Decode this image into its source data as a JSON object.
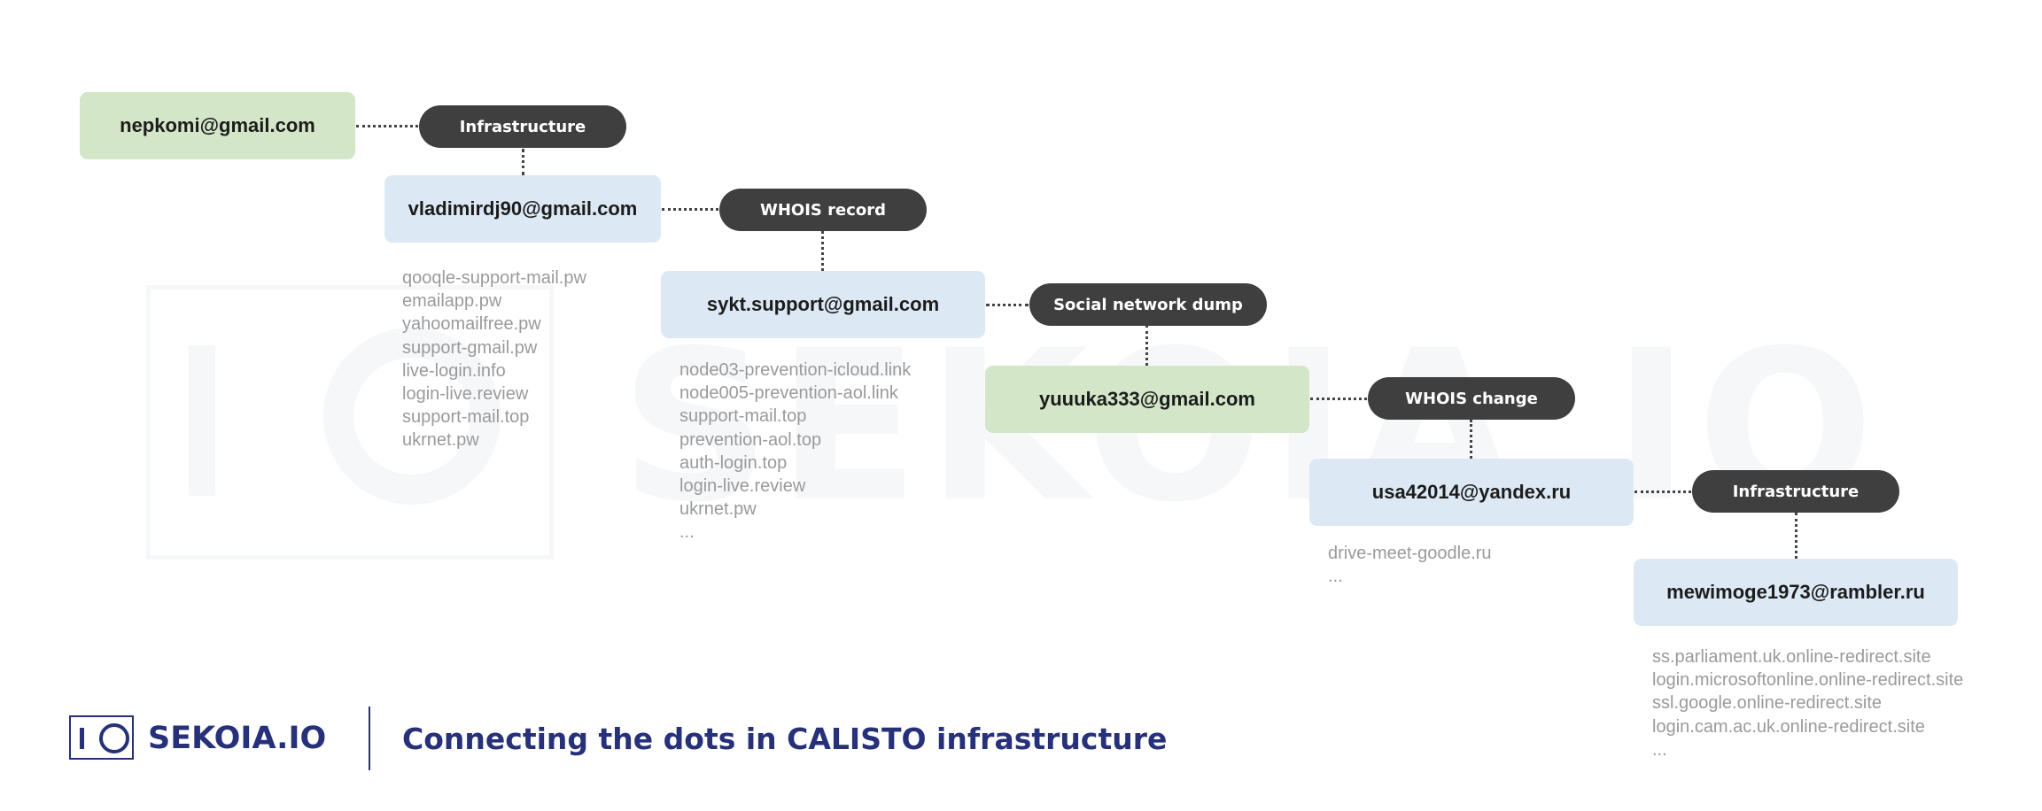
{
  "watermark": {
    "text": "SEKOIA.IO"
  },
  "nodes": {
    "email_1": "nepkomi@gmail.com",
    "email_2": "vladimirdj90@gmail.com",
    "email_3": "sykt.support@gmail.com",
    "email_4": "yuuuka333@gmail.com",
    "email_5": "usa42014@yandex.ru",
    "email_6": "mewimoge1973@rambler.ru"
  },
  "relations": {
    "rel_1": "Infrastructure",
    "rel_2": "WHOIS record",
    "rel_3": "Social network dump",
    "rel_4": "WHOIS change",
    "rel_5": "Infrastructure"
  },
  "domains": {
    "list_1": [
      "qooqle-support-mail.pw",
      "emailapp.pw",
      "yahoomailfree.pw",
      "support-gmail.pw",
      "live-login.info",
      "login-live.review",
      "support-mail.top",
      "ukrnet.pw"
    ],
    "list_2": [
      "node03-prevention-icloud.link",
      "node005-prevention-aol.link",
      "support-mail.top",
      "prevention-aol.top",
      "auth-login.top",
      "login-live.review",
      "ukrnet.pw",
      "..."
    ],
    "list_3": [
      "drive-meet-goodle.ru",
      "..."
    ],
    "list_4": [
      "ss.parliament.uk.online-redirect.site",
      "login.microsoftonline.online-redirect.site",
      "ssl.google.online-redirect.site",
      "login.cam.ac.uk.online-redirect.site",
      "..."
    ]
  },
  "footer": {
    "brand": "SEKOIA.IO",
    "tagline": "Connecting the dots in CALISTO infrastructure"
  },
  "colors": {
    "green_node": "#d3e6c8",
    "blue_node": "#dce9f4",
    "pill": "#3f3f3f",
    "domain_text": "#9a9a9a",
    "brand": "#26317a"
  }
}
